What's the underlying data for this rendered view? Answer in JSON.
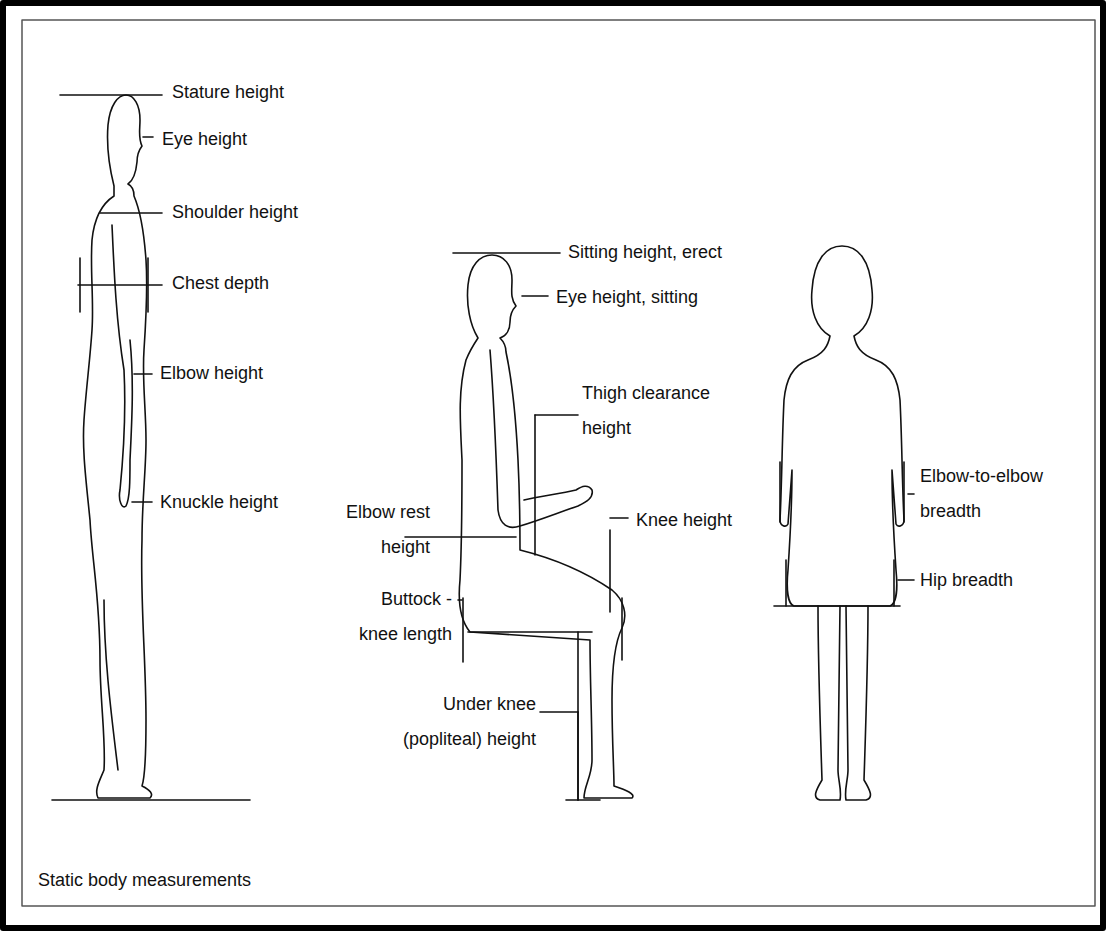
{
  "diagram": {
    "caption": "Static body measurements",
    "labels": [
      "Stature height",
      "Eye height",
      "Shoulder height",
      "Chest depth",
      "Elbow height",
      "Knuckle height",
      "Sitting height, erect",
      "Eye height, sitting",
      "Thigh clearance height",
      "Elbow rest height",
      "Knee height",
      "Buttock - knee length",
      "Under knee (popliteal) height",
      "Elbow-to-elbow breadth",
      "Hip breadth"
    ]
  }
}
